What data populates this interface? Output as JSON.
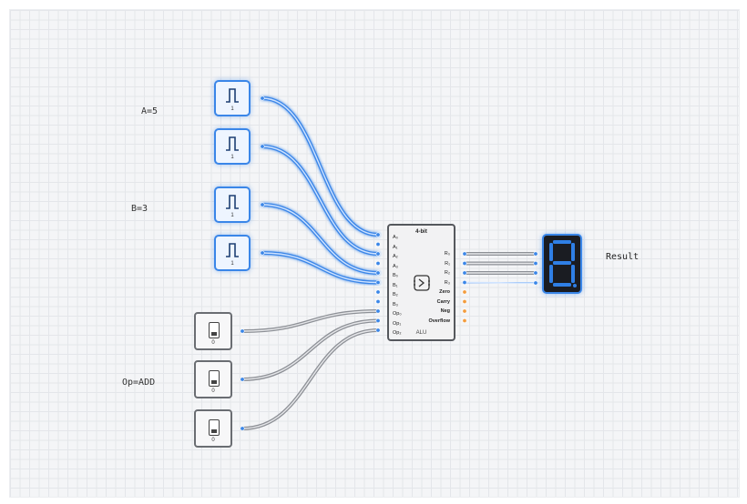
{
  "labels": {
    "a": "A=5",
    "b": "B=3",
    "op": "Op=ADD",
    "result": "Result"
  },
  "clocks": [
    {
      "id": "clock-1",
      "value": "1"
    },
    {
      "id": "clock-2",
      "value": "1"
    },
    {
      "id": "clock-3",
      "value": "1"
    },
    {
      "id": "clock-4",
      "value": "1"
    }
  ],
  "switches": [
    {
      "id": "switch-1",
      "value": "0"
    },
    {
      "id": "switch-2",
      "value": "0"
    },
    {
      "id": "switch-3",
      "value": "0"
    }
  ],
  "alu": {
    "title": "4-bit",
    "subtitle": "ALU",
    "icon": "alu-compare-icon",
    "inputs": [
      "A₀",
      "A₁",
      "A₂",
      "A₃",
      "B₀",
      "B₁",
      "B₂",
      "B₃",
      "Op₀",
      "Op₁",
      "Op₂"
    ],
    "outputs": [
      "R₀",
      "R₁",
      "R₂",
      "R₃"
    ],
    "flags": [
      "Zero",
      "Carry",
      "Neg",
      "Overflow"
    ]
  },
  "display": {
    "digit": "8",
    "icon": "seven-segment-display-icon"
  },
  "colors": {
    "active_wire": "#3a86e8",
    "inactive_wire": "#b9bcc2",
    "flag_pin": "#f39c3d",
    "display_segment": "#2f7fe6"
  }
}
